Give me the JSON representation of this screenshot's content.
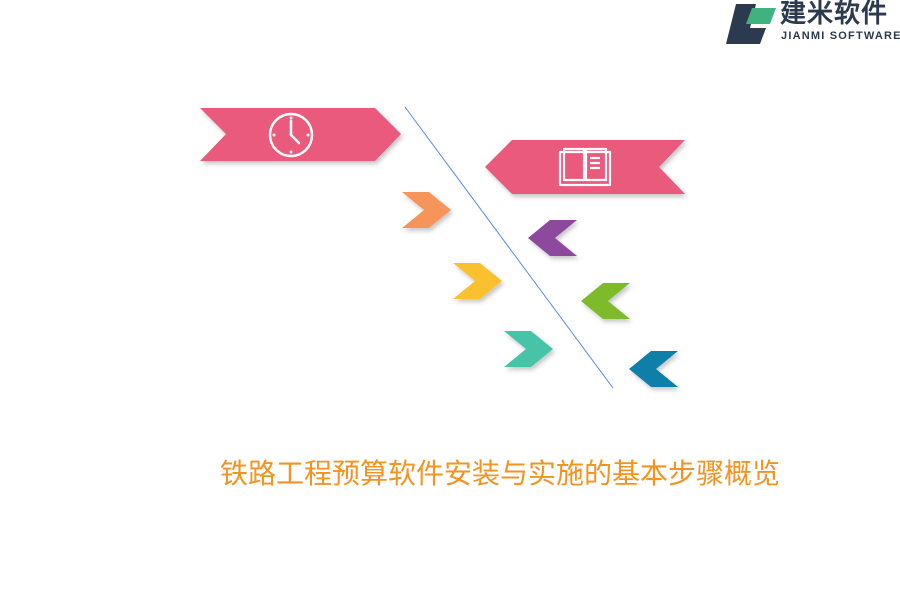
{
  "logo": {
    "name_cn": "建米软件",
    "name_en": "JIANMI SOFTWARE",
    "colors": {
      "dark": "#2b3a4e",
      "green": "#3fb27f"
    }
  },
  "diagram": {
    "banners": [
      {
        "side": "left",
        "icon": "clock-icon",
        "color": "#e95a7b"
      },
      {
        "side": "right",
        "icon": "book-icon",
        "color": "#e95a7b"
      }
    ],
    "chevrons": [
      {
        "side": "left",
        "direction": "right",
        "color": "#f7945a"
      },
      {
        "side": "right",
        "direction": "left",
        "color": "#8c4a9e"
      },
      {
        "side": "left",
        "direction": "right",
        "color": "#f9c12e"
      },
      {
        "side": "right",
        "direction": "left",
        "color": "#7dbb2c"
      },
      {
        "side": "left",
        "direction": "right",
        "color": "#47c4a8"
      },
      {
        "side": "right",
        "direction": "left",
        "color": "#0e7fa8"
      }
    ],
    "spine_color": "#5b8ed8"
  },
  "caption": "铁路工程预算软件安装与实施的基本步骤概览",
  "caption_color": "#f39321"
}
